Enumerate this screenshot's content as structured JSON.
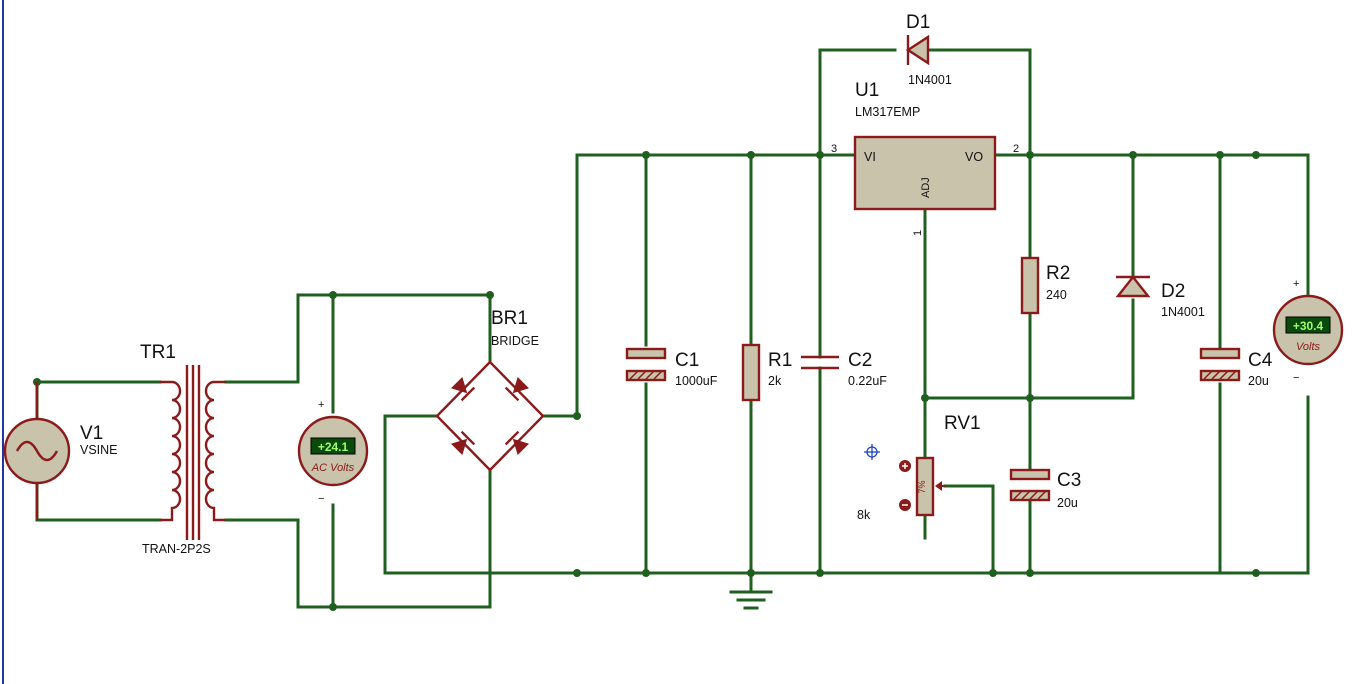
{
  "source": {
    "ref": "V1",
    "value": "VSINE"
  },
  "transformer": {
    "ref": "TR1",
    "value": "TRAN-2P2S"
  },
  "ac_meter": {
    "reading": "+24.1",
    "label": "AC Volts",
    "plus": "+",
    "minus": "−"
  },
  "bridge": {
    "ref": "BR1",
    "value": "BRIDGE"
  },
  "c1": {
    "ref": "C1",
    "value": "1000uF"
  },
  "r1": {
    "ref": "R1",
    "value": "2k"
  },
  "c2": {
    "ref": "C2",
    "value": "0.22uF"
  },
  "d1": {
    "ref": "D1",
    "value": "1N4001"
  },
  "u1": {
    "ref": "U1",
    "value": "LM317EMP",
    "pin_vi": "VI",
    "pin_vo": "VO",
    "pin_adj": "ADJ",
    "pin3": "3",
    "pin2": "2",
    "pin1": "1"
  },
  "r2": {
    "ref": "R2",
    "value": "240"
  },
  "d2": {
    "ref": "D2",
    "value": "1N4001"
  },
  "rv1": {
    "ref": "RV1",
    "value": "8k",
    "position": "7%"
  },
  "c3": {
    "ref": "C3",
    "value": "20u"
  },
  "c4": {
    "ref": "C4",
    "value": "20u"
  },
  "dc_meter": {
    "reading": "+30.4",
    "label": "Volts",
    "plus": "+",
    "minus": "−"
  },
  "colors": {
    "wire": "#1f5f1f",
    "component": "#8b1a1a",
    "body_fill": "#c8c3aa",
    "lcd_bg": "#0a4a0a",
    "lcd_text": "#9eff6a"
  }
}
